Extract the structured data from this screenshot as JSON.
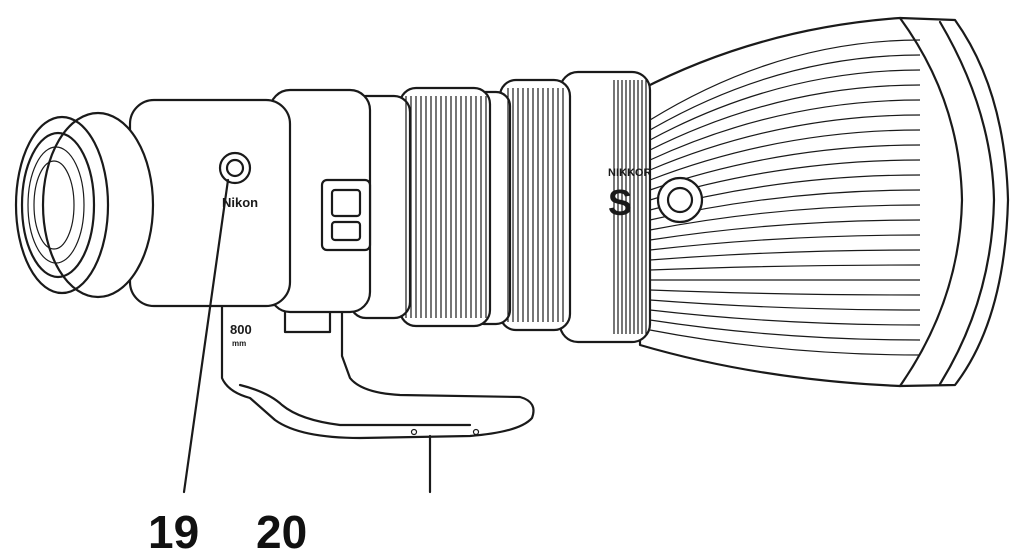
{
  "lens_markings": {
    "brand": "Nikon",
    "series": "NIKKOR",
    "line_mark": "S",
    "focal_length": "800",
    "focal_unit": "mm"
  },
  "callouts": [
    {
      "number": "19"
    },
    {
      "number": "20"
    }
  ]
}
